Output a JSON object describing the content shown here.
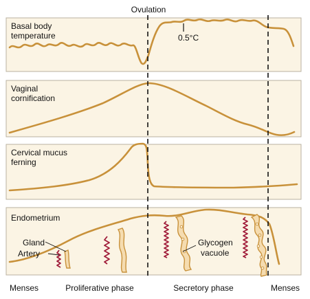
{
  "ovulation_label": "Ovulation",
  "panels": [
    {
      "title_line1": "Basal body",
      "title_line2": "temperature",
      "annotation": "0.5°C"
    },
    {
      "title_line1": "Vaginal",
      "title_line2": "cornification"
    },
    {
      "title_line1": "Cervical mucus",
      "title_line2": "ferning"
    },
    {
      "title_line1": "Endometrium",
      "labels": {
        "gland": "Gland",
        "artery": "Artery",
        "glycogen_line1": "Glycogen",
        "glycogen_line2": "vacuole"
      }
    }
  ],
  "phases": {
    "menses_left": "Menses",
    "proliferative": "Proliferative phase",
    "secretory": "Secretory phase",
    "menses_right": "Menses"
  },
  "colors": {
    "curve": "#c8913a",
    "panel_fill": "#fbf4e4",
    "artery": "#a01c3a"
  }
}
